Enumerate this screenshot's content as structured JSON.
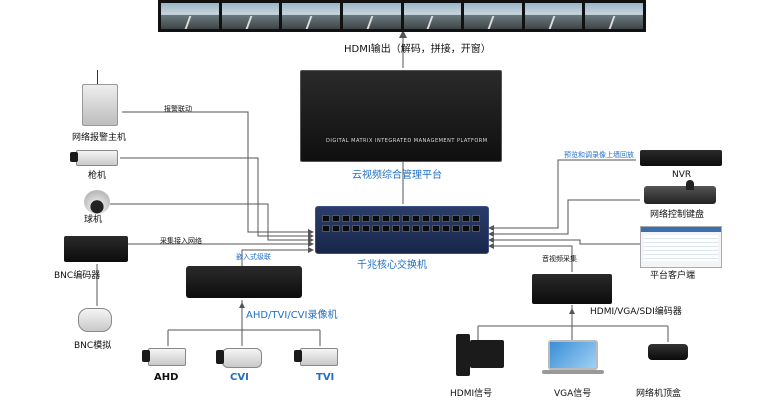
{
  "labels": {
    "hdmi_output": "HDMI输出（解码，拼接，开窗）",
    "matrix_platform_text": "DIGITAL MATRIX INTEGRATED MANAGEMENT PLATFORM",
    "cloud_platform": "云视频综合管理平台",
    "core_switch": "千兆核心交换机",
    "alarm_host": "网络报警主机",
    "alarm_link": "报警联动",
    "gun_camera": "枪机",
    "dome_camera": "球机",
    "bnc_encoder": "BNC编码器",
    "collect_network": "采集接入网络",
    "bnc_analog": "BNC模拟",
    "cascade": "嵌入式级联",
    "dvr": "AHD/TVI/CVI录像机",
    "ahd": "AHD",
    "cvi": "CVI",
    "tvi": "TVI",
    "preview_playback": "预览和调录像上墙回放",
    "nvr": "NVR",
    "network_keyboard": "网络控制键盘",
    "platform_client": "平台客户端",
    "audio_video_collect": "音视频采集",
    "hdmi_encoder": "HDMI/VGA/SDI编码器",
    "hdmi_signal": "HDMI信号",
    "vga_signal": "VGA信号",
    "set_top_box": "网络机顶盒"
  }
}
